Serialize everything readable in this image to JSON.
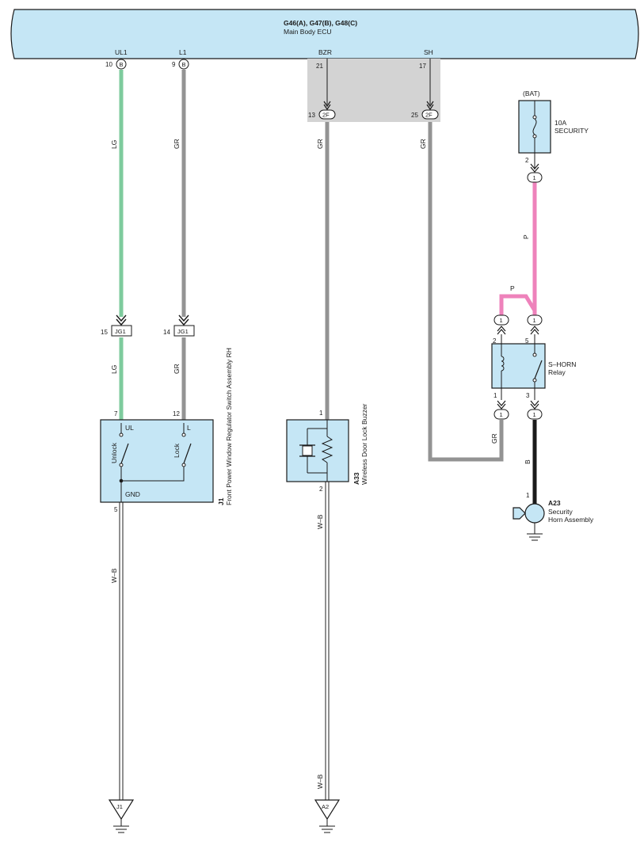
{
  "ecu": {
    "code": "G46(A), G47(B), G48(C)",
    "name": "Main Body ECU"
  },
  "colors": {
    "ecu_fill": "#c5e6f5",
    "splice_fill": "#d3d3d3",
    "wire_lg": "#7ecb9d",
    "wire_gr": "#939393",
    "wire_p": "#ee82bb",
    "wire_b": "#1a1a1a",
    "wire_wb": "#222222",
    "component_fill": "#c5e6f5"
  },
  "ecu_pins": [
    {
      "terminal": "UL1",
      "pin": "10",
      "connector": "B"
    },
    {
      "terminal": "L1",
      "pin": "9",
      "connector": "B"
    },
    {
      "terminal": "BZR",
      "pin": "21"
    },
    {
      "terminal": "SH",
      "pin": "17"
    }
  ],
  "junction_2f": [
    {
      "pin": "13",
      "connector": "2F"
    },
    {
      "pin": "25",
      "connector": "2F"
    }
  ],
  "junction_jg1": [
    {
      "pin": "15",
      "connector": "JG1"
    },
    {
      "pin": "14",
      "connector": "JG1"
    }
  ],
  "wire_labels": {
    "lg": "LG",
    "gr": "GR",
    "p": "P",
    "b": "B",
    "wb": "W–B"
  },
  "switch_j1": {
    "code": "J1",
    "name": "Front Power Window Regulator Switch Assembly RH",
    "pin_ul": "7",
    "pin_l": "12",
    "pin_gnd": "5",
    "term_ul": "UL",
    "term_l": "L",
    "term_gnd": "GND",
    "unlock_label": "Unlock",
    "lock_label": "Lock"
  },
  "buzzer_a33": {
    "code": "A33",
    "name": "Wireless Door Lock Buzzer",
    "pin_in": "1",
    "pin_out": "2"
  },
  "fuse": {
    "source": "(BAT)",
    "rating": "10A",
    "name": "SECURITY",
    "pin": "2",
    "connector": "1"
  },
  "relay": {
    "name_line1": "S–HORN",
    "name_line2": "Relay",
    "pin_2": "2",
    "pin_5": "5",
    "pin_1": "1",
    "pin_3": "3",
    "connector": "1"
  },
  "horn_a23": {
    "code": "A23",
    "name_line1": "Security",
    "name_line2": "Horn Assembly",
    "pin": "1",
    "connector": "1"
  },
  "grounds": [
    {
      "label": "J1"
    },
    {
      "label": "A2"
    }
  ]
}
